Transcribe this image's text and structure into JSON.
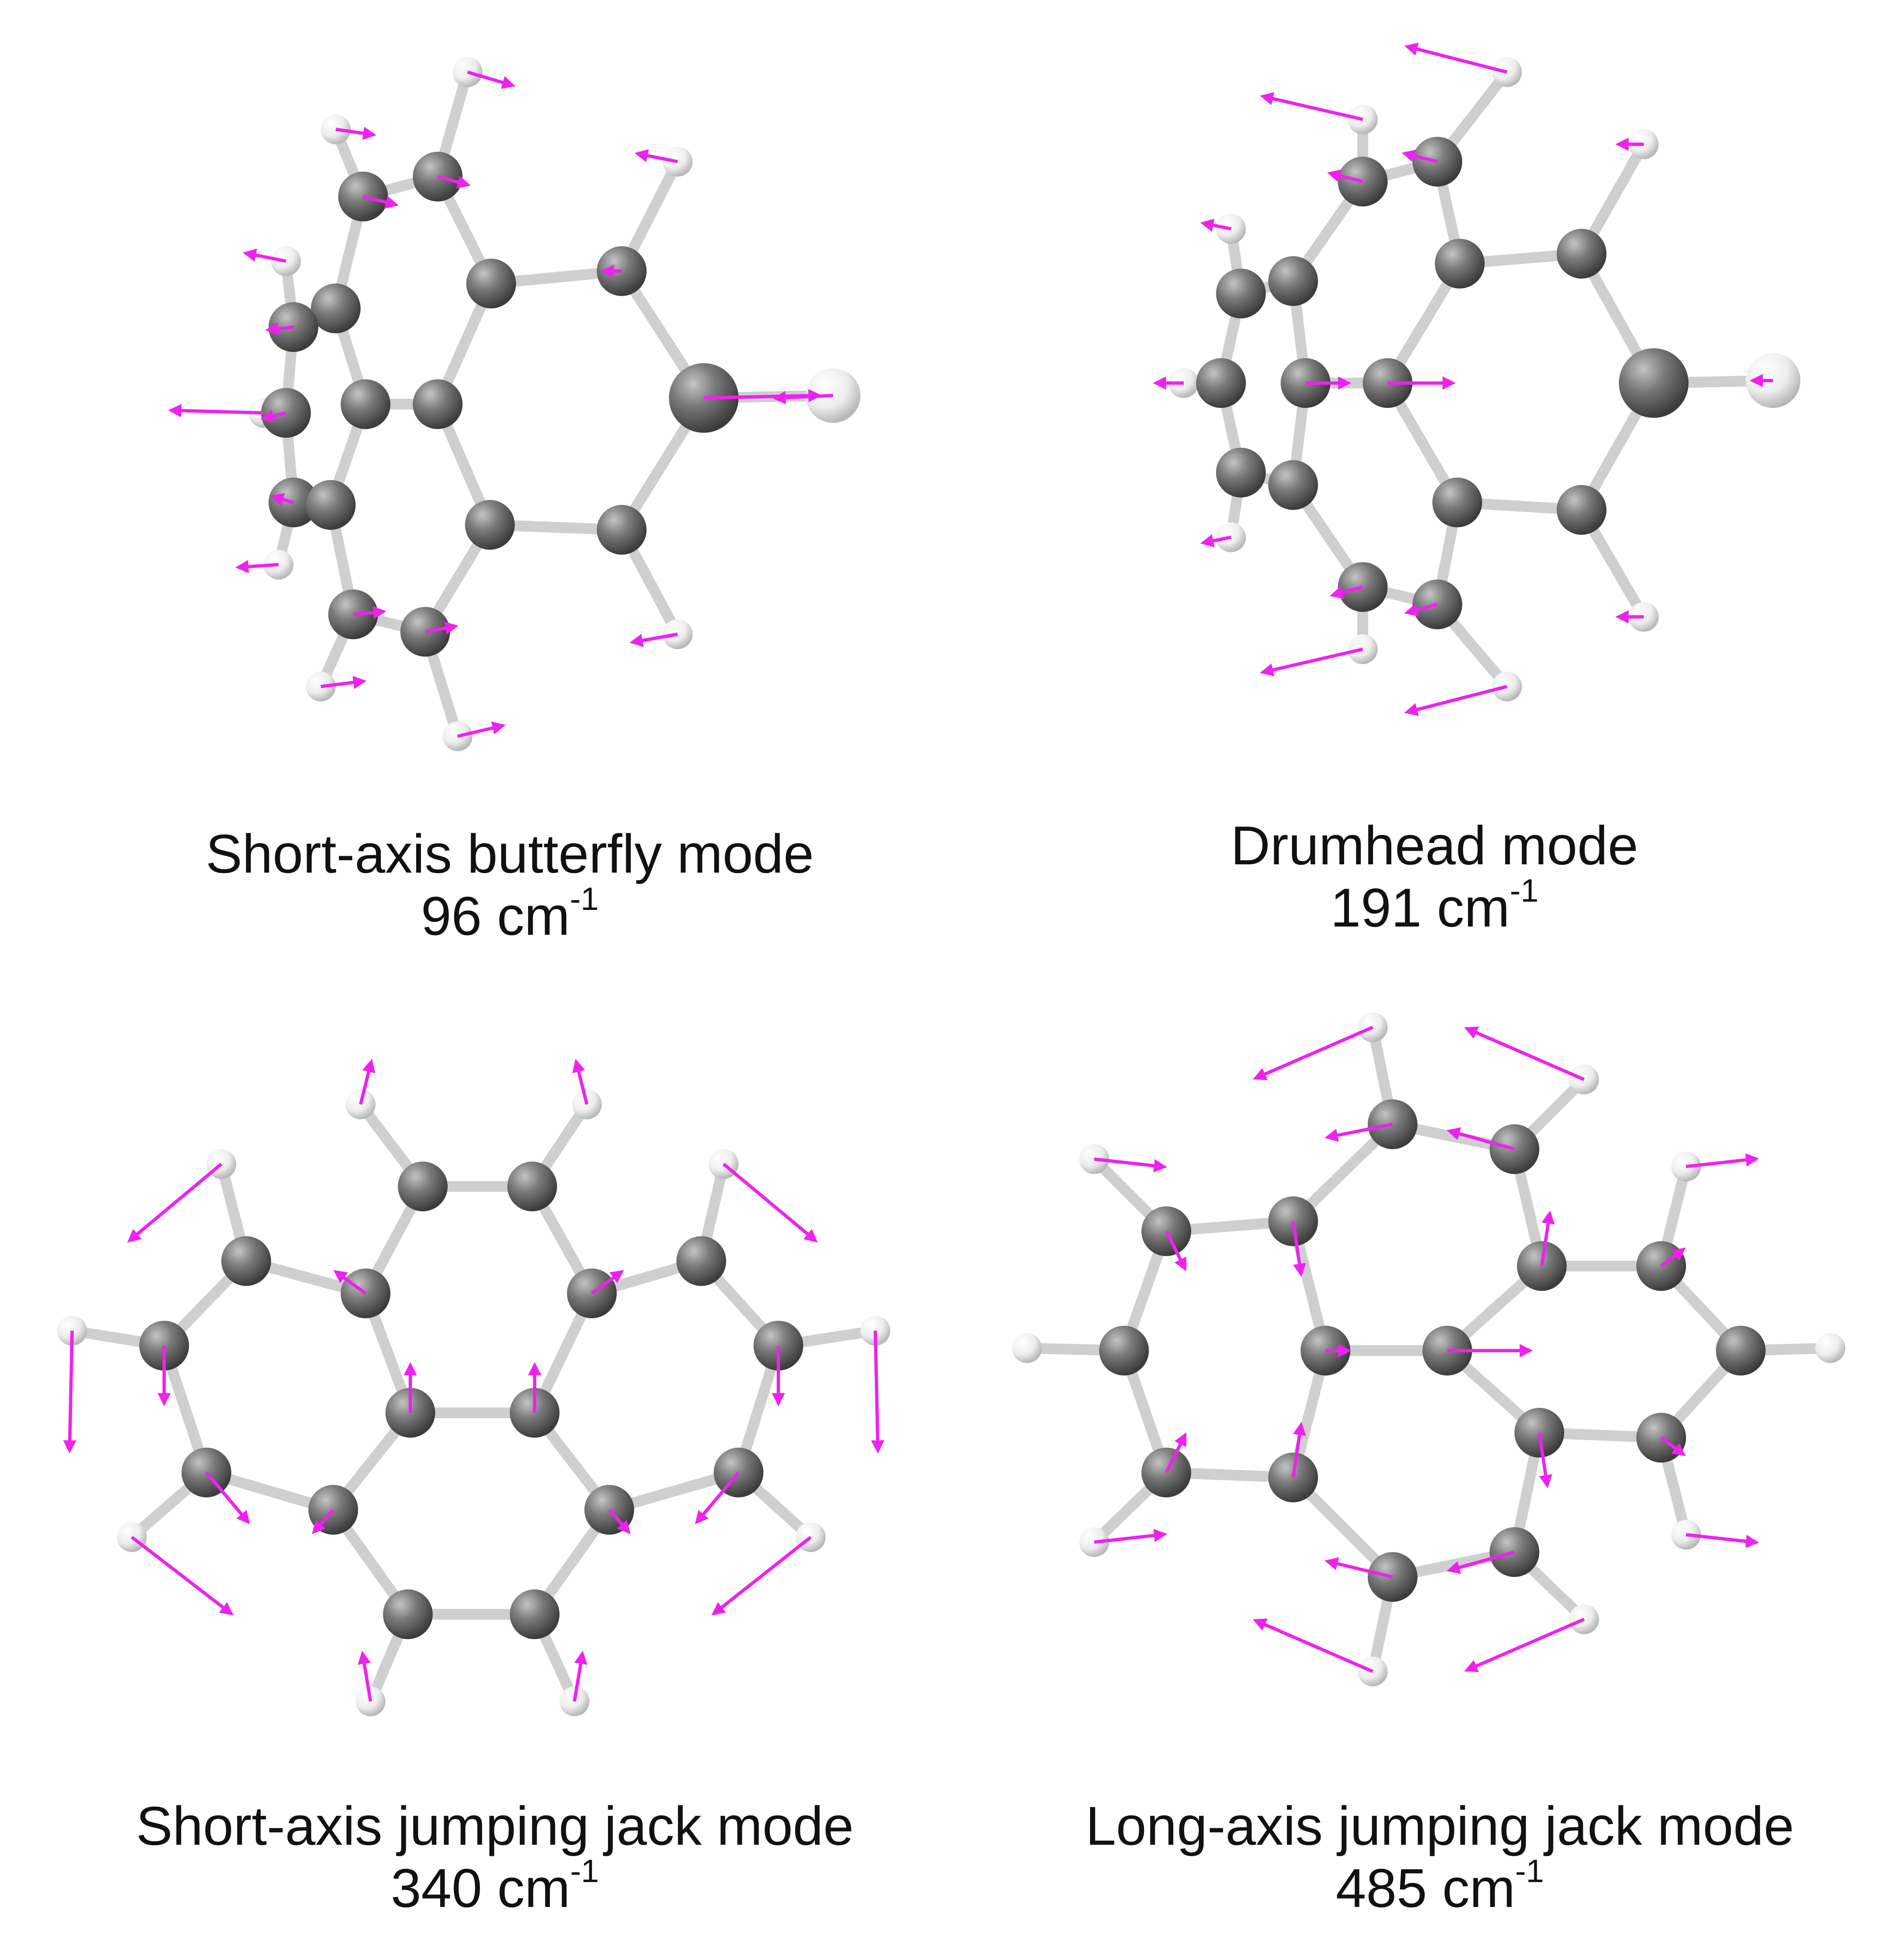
{
  "panels": [
    {
      "id": "butterfly",
      "title": "Short-axis butterfly mode",
      "value": "96",
      "unit": "cm",
      "exponent": "-1"
    },
    {
      "id": "drumhead",
      "title": "Drumhead mode",
      "value": "191",
      "unit": "cm",
      "exponent": "-1"
    },
    {
      "id": "short-jj",
      "title": "Short-axis jumping jack mode",
      "value": "340",
      "unit": "cm",
      "exponent": "-1"
    },
    {
      "id": "long-jj",
      "title": "Long-axis jumping jack mode",
      "value": "485",
      "unit": "cm",
      "exponent": "-1"
    }
  ],
  "colors": {
    "carbon": "#6e6e6e",
    "hydrogen": "#f2f2f2",
    "bond": "#cfcfcf",
    "displacement_arrow": "#ee22ee",
    "text": "#111111"
  },
  "icons": [
    "carbon-atom-icon",
    "hydrogen-atom-icon",
    "displacement-arrow-icon"
  ]
}
